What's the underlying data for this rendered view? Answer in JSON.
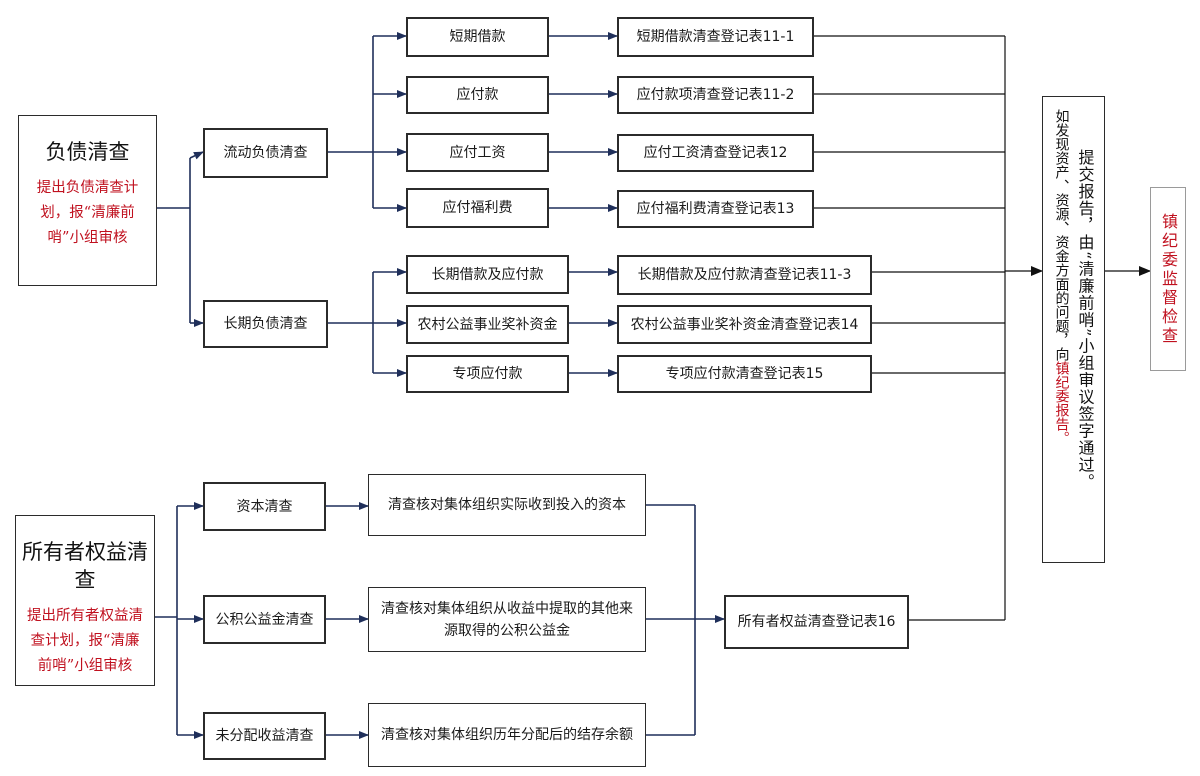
{
  "liability": {
    "title": "负债清查",
    "subtitle": "提出负债清查计划，报“清廉前哨”小组审核",
    "current": {
      "label": "流动负债清查",
      "items": [
        "短期借款",
        "应付款",
        "应付工资",
        "应付福利费"
      ],
      "forms": [
        "短期借款清查登记表11-1",
        "应付款项清查登记表11-2",
        "应付工资清查登记表12",
        "应付福利费清查登记表13"
      ]
    },
    "longterm": {
      "label": "长期负债清查",
      "items": [
        "长期借款及应付款",
        "农村公益事业奖补资金",
        "专项应付款"
      ],
      "forms": [
        "长期借款及应付款清查登记表11-3",
        "农村公益事业奖补资金清查登记表14",
        "专项应付款清查登记表15"
      ]
    }
  },
  "equity": {
    "title": "所有者权益清查",
    "subtitle": "提出所有者权益清查计划，报“清廉前哨”小组审核",
    "items": [
      "资本清查",
      "公积公益金清查",
      "未分配收益清查"
    ],
    "descs": [
      "清查核对集体组织实际收到投入的资本",
      "清查核对集体组织从收益中提取的其他来源取得的公积公益金",
      "清查核对集体组织历年分配后的结存余额"
    ],
    "form": "所有者权益清查登记表16"
  },
  "report": {
    "line1": "提交报告，由“清廉前哨”小组审议签字通过。",
    "line2_black": "如发现资产、资源、资金方面的问题，向",
    "line2_red": "镇纪委报告。"
  },
  "inspect": "镇纪委监督检查",
  "colors": {
    "line": "#1f2f5a",
    "box_border": "#2b2b2b",
    "red_text": "#c0111f"
  }
}
